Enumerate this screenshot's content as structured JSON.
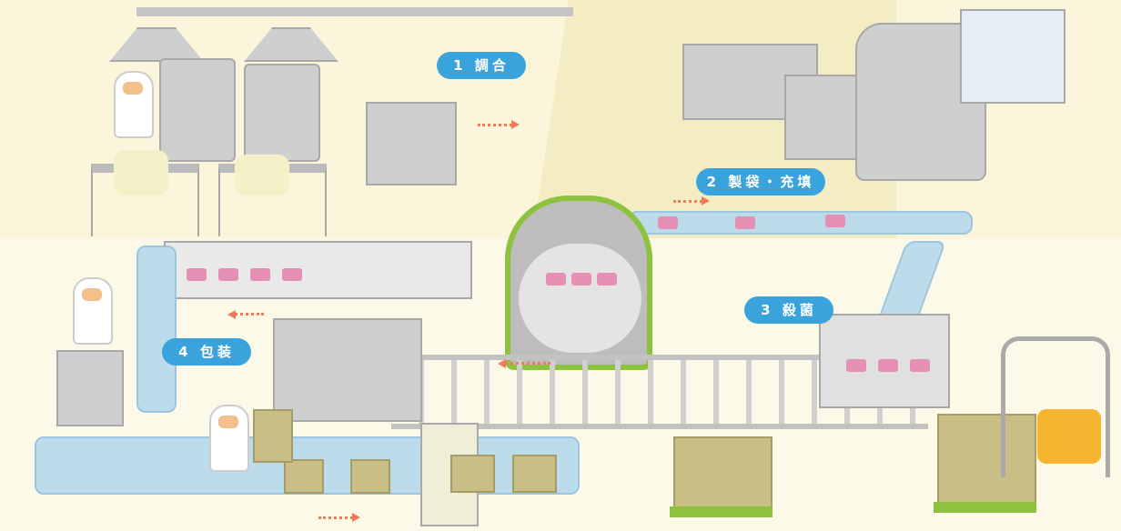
{
  "steps": [
    {
      "number": "1",
      "label": "調合"
    },
    {
      "number": "2",
      "label": "製袋・充填"
    },
    {
      "number": "3",
      "label": "殺菌"
    },
    {
      "number": "4",
      "label": "包装"
    }
  ],
  "colors": {
    "label_bg": "#3ba3dc",
    "background": "#fbf5dc",
    "belt": "#bcdcec",
    "pouch": "#e58fb4",
    "box": "#c9bf86",
    "pallet": "#8cc23e",
    "arrow": "#ee7a5a"
  }
}
